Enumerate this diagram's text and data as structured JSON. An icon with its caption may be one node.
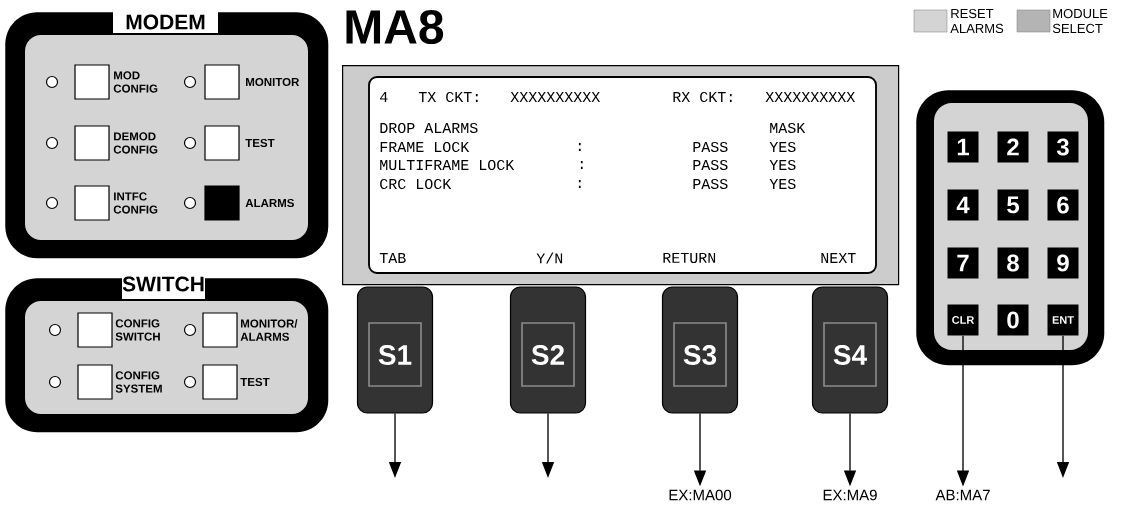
{
  "diagram": {
    "title": "MA8",
    "nodes": [
      {
        "text": [
          "MODEM"
        ]
      },
      {
        "text": [
          "MOD CONFIG"
        ],
        "in": 0
      },
      {
        "text": [
          "MONITOR"
        ],
        "in": 0
      },
      {
        "text": [
          "DEMOD CONFIG"
        ],
        "in": 0
      },
      {
        "text": [
          "TEST"
        ],
        "in": 0
      },
      {
        "text": [
          "INTFC CONFIG"
        ],
        "in": 0
      },
      {
        "text": [
          "ALARMS"
        ],
        "in": 0
      },
      {
        "text": [
          "SWITCH"
        ]
      },
      {
        "text": [
          "CONFIG SWITCH"
        ],
        "in": 7
      },
      {
        "text": [
          "MONITOR/ ALARMS"
        ],
        "in": 7
      },
      {
        "text": [
          "CONFIG SYSTEM"
        ],
        "in": 7
      },
      {
        "text": [
          "TEST"
        ],
        "in": 7
      },
      {
        "text": [
          "4",
          "TX CKT:",
          "XXXXXXXXXX",
          "RX CKT:",
          "XXXXXXXXXX",
          "DROP ALARMS",
          "MASK",
          "FRAME LOCK",
          ":",
          "PASS",
          "YES",
          "MULTIFRAME LOCK",
          ":",
          "PASS",
          "YES",
          "CRC LOCK",
          ":",
          "PASS",
          "YES",
          "TAB",
          "Y/N",
          "RETURN",
          "NEXT"
        ]
      },
      {
        "text": [
          "S1"
        ]
      },
      {
        "text": [
          "S2"
        ]
      },
      {
        "text": [
          "S3"
        ]
      },
      {
        "text": [
          "S4"
        ]
      },
      {
        "text": [],
        "shape": "box"
      },
      {
        "text": [
          "1"
        ],
        "in": 17
      },
      {
        "text": [
          "2"
        ],
        "in": 17
      },
      {
        "text": [
          "3"
        ],
        "in": 17
      },
      {
        "text": [
          "4"
        ],
        "in": 17
      },
      {
        "text": [
          "5"
        ],
        "in": 17
      },
      {
        "text": [
          "6"
        ],
        "in": 17
      },
      {
        "text": [
          "7"
        ],
        "in": 17
      },
      {
        "text": [
          "8"
        ],
        "in": 17
      },
      {
        "text": [
          "9"
        ],
        "in": 17
      },
      {
        "text": [
          "CLR"
        ],
        "in": 17
      },
      {
        "text": [
          "0"
        ],
        "in": 17
      },
      {
        "text": [
          "ENT"
        ],
        "in": 17
      },
      {
        "text": [
          "EX:MA00"
        ]
      },
      {
        "text": [
          "EX:MA9"
        ]
      },
      {
        "text": [
          "AB:MA7"
        ]
      }
    ],
    "edges": [
      {
        "from": 13,
        "to": null,
        "arrow": "to"
      },
      {
        "from": 14,
        "to": null,
        "arrow": "to"
      },
      {
        "from": 15,
        "to": 30,
        "arrow": "to"
      },
      {
        "from": 16,
        "to": 31,
        "arrow": "to"
      },
      {
        "from": 27,
        "to": 32,
        "arrow": "to"
      },
      {
        "from": 29,
        "to": null,
        "arrow": "to"
      }
    ],
    "legend": [
      {
        "text": "RESET ALARMS",
        "color": "#d4d4d4"
      },
      {
        "text": "MODULE SELECT",
        "color": "#b4b4b4"
      }
    ]
  }
}
